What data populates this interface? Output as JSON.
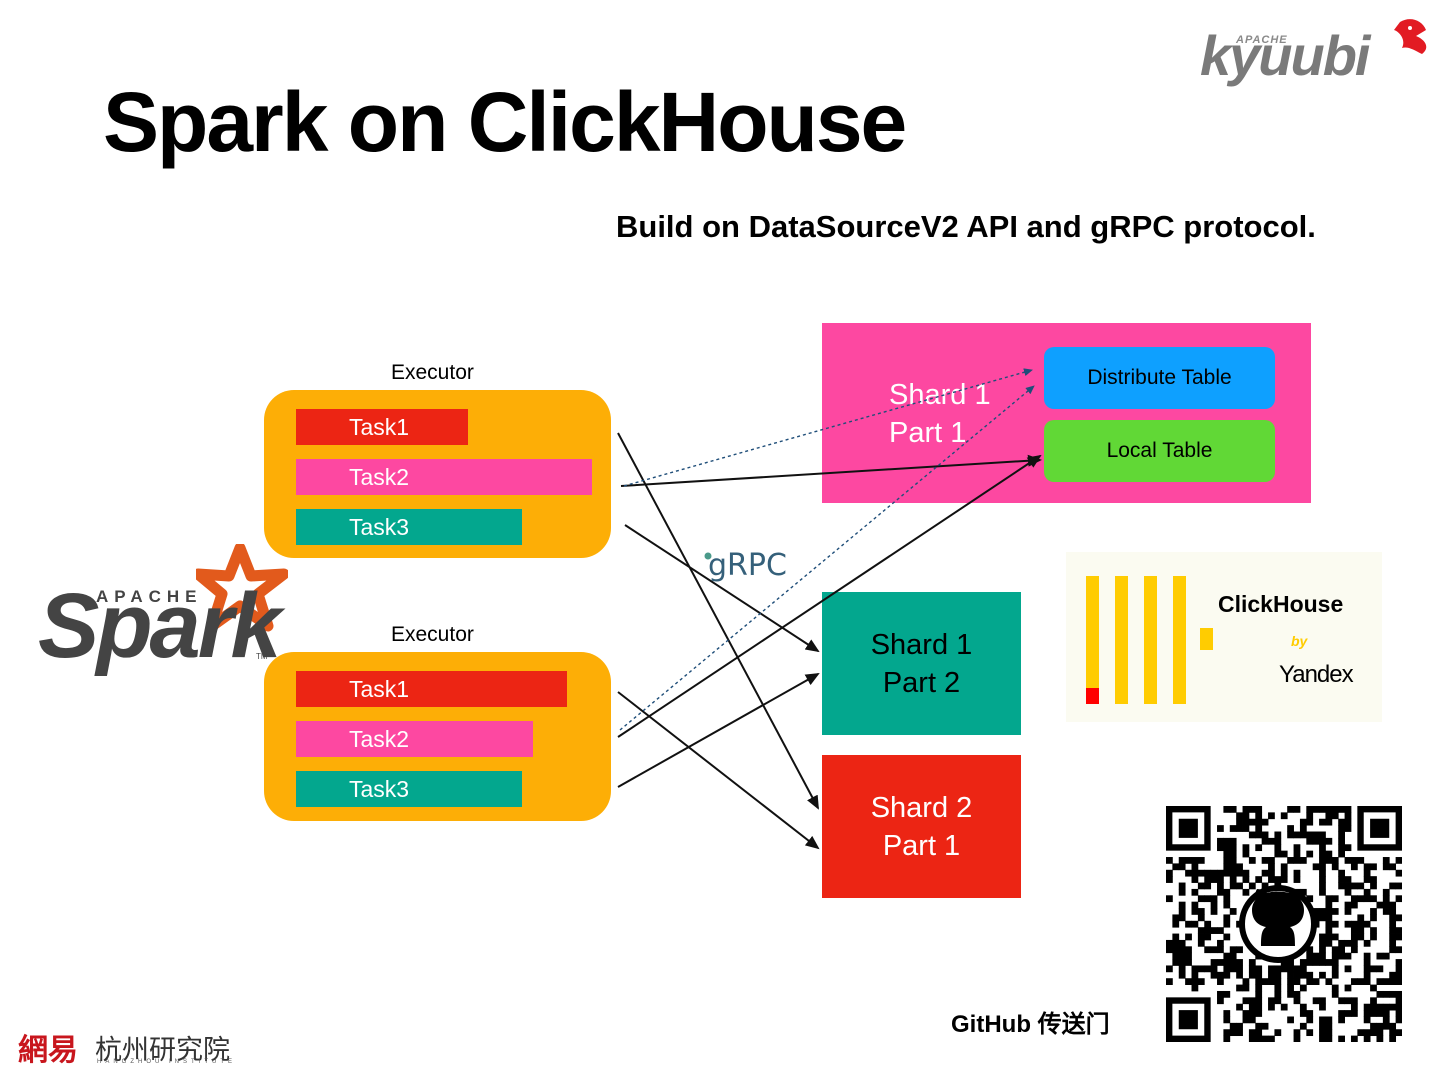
{
  "title": "Spark on ClickHouse",
  "subtitle": "Build on DataSourceV2 API and gRPC protocol.",
  "kyuubi_logo": {
    "small": "APACHE",
    "word": "kyuubi"
  },
  "spark_logo": {
    "apache": "APACHE",
    "word": "Spark",
    "tm": "TM"
  },
  "executors": [
    {
      "label": "Executor",
      "tasks": [
        "Task1",
        "Task2",
        "Task3"
      ]
    },
    {
      "label": "Executor",
      "tasks": [
        "Task1",
        "Task2",
        "Task3"
      ]
    }
  ],
  "shards": {
    "shard1_part1": {
      "line1": "Shard 1",
      "line2": "Part 1",
      "color": "#fd48a1"
    },
    "shard1_part2": {
      "line1": "Shard 1",
      "line2": "Part 2",
      "color": "#03a78e"
    },
    "shard2_part1": {
      "line1": "Shard 2",
      "line2": "Part 1",
      "color": "#ec2514"
    }
  },
  "tables": {
    "distribute": {
      "label": "Distribute Table",
      "color": "#0ea0ff"
    },
    "local": {
      "label": "Local Table",
      "color": "#61d836"
    }
  },
  "protocol_label": "gRPC",
  "clickhouse_logo": {
    "name": "ClickHouse",
    "by": "by",
    "vendor": "Yandex",
    "bar_color": "#ffcc01",
    "accent": "#ff0000"
  },
  "github_label": "GitHub 传送门",
  "footer": {
    "logo": "網易",
    "text": "杭州研究院",
    "sub": "HANGZHOU INSTITUTE"
  },
  "colors": {
    "executor": "#fdae06",
    "task_red": "#ec2514",
    "task_pink": "#fd48a1",
    "task_teal": "#03a78e"
  }
}
